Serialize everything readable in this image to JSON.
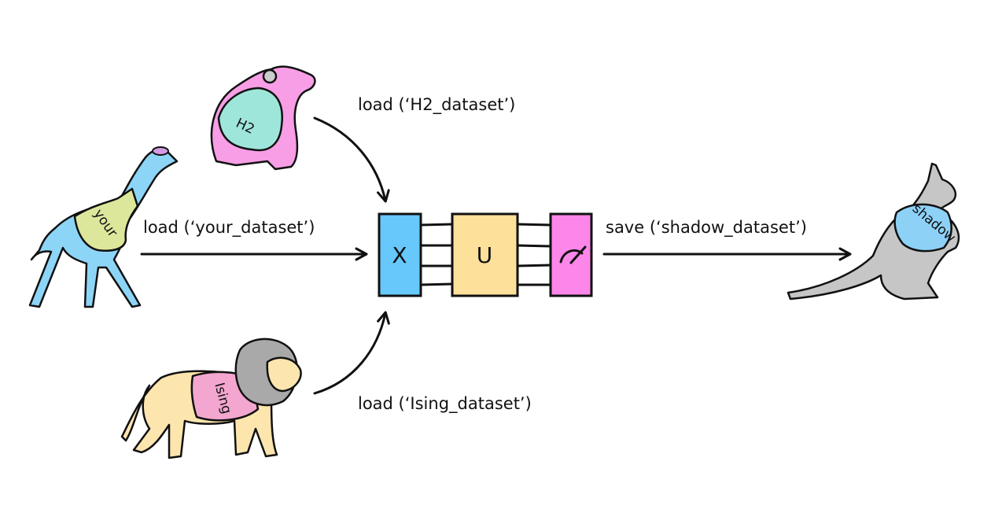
{
  "labels": {
    "h2": "load (‘H2_dataset’)",
    "your": "load (‘your_dataset’)",
    "ising": "load (‘Ising_dataset’)",
    "shadow": "save (‘shadow_dataset’)"
  },
  "gates": {
    "x": "X",
    "u": "U",
    "measure": "measure-icon"
  },
  "animals": {
    "capybara": {
      "shirt": "H2"
    },
    "giraffe": {
      "shirt": "your"
    },
    "lion": {
      "shirt": "Ising"
    },
    "kangaroo": {
      "shirt": "shadow"
    }
  },
  "colors": {
    "x_gate": "#66c8fb",
    "u_gate": "#fde09a",
    "measure_gate": "#fd86ea",
    "capybara": "#f79ee6",
    "capybara_shirt": "#9fe6da",
    "giraffe": "#8dd5f7",
    "giraffe_shirt": "#dde79c",
    "lion": "#fde5ae",
    "lion_mane": "#a9a9a9",
    "lion_shirt": "#f3a6cf",
    "kangaroo": "#c6c6c6",
    "kangaroo_shirt": "#8dd1f7"
  }
}
